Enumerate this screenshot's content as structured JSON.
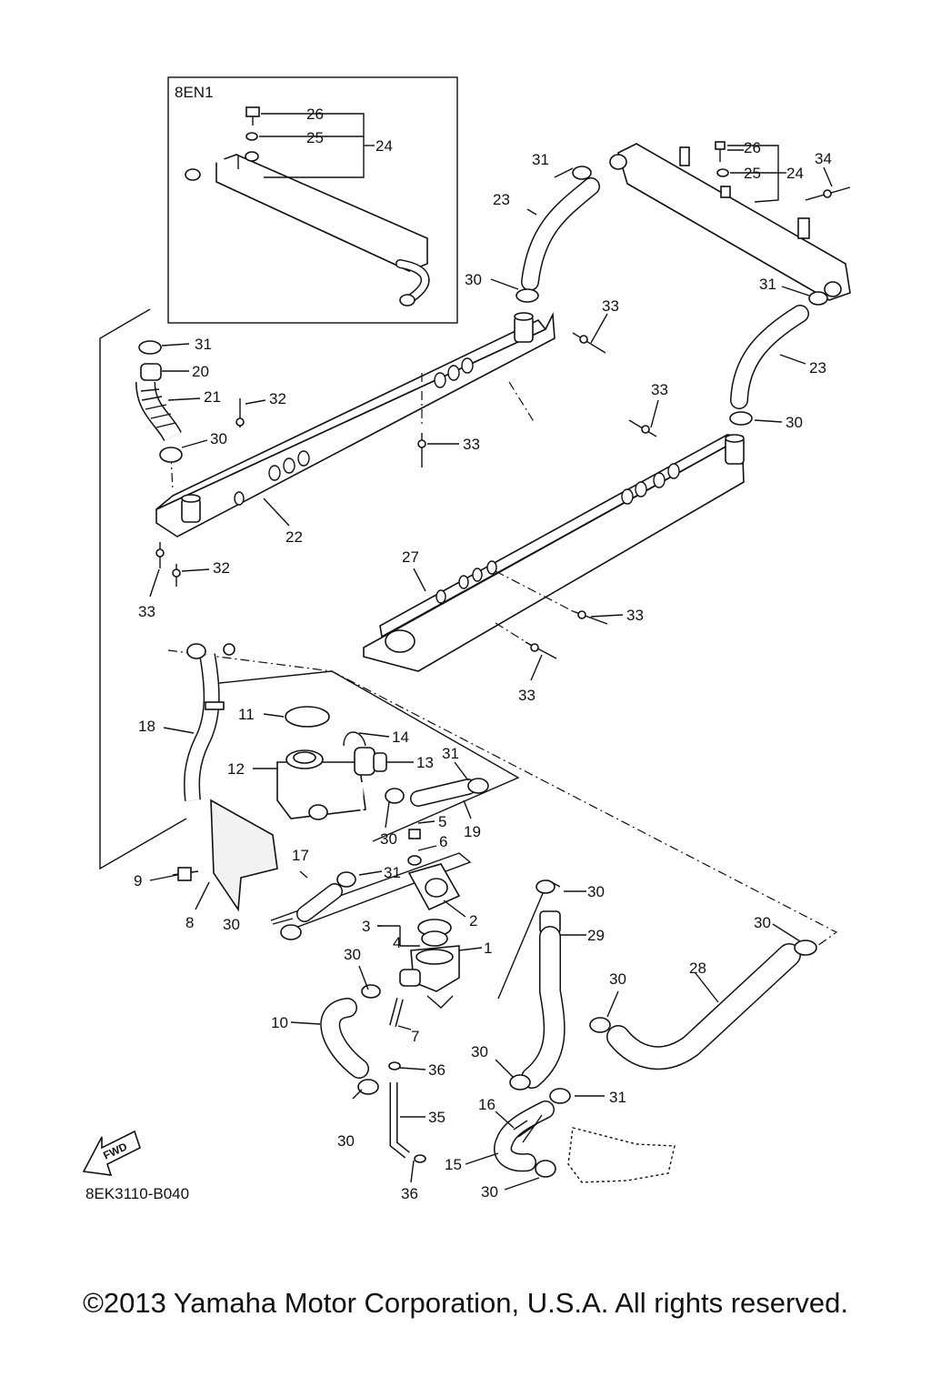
{
  "inset": {
    "label": "8EN1",
    "callouts": [
      "26",
      "25",
      "24"
    ]
  },
  "callouts": {
    "c1": "1",
    "c2": "2",
    "c3": "3",
    "c4": "4",
    "c5": "5",
    "c6": "6",
    "c7": "7",
    "c8": "8",
    "c9": "9",
    "c10": "10",
    "c11": "11",
    "c12": "12",
    "c13": "13",
    "c14": "14",
    "c15": "15",
    "c16": "16",
    "c17": "17",
    "c18": "18",
    "c19": "19",
    "c20": "20",
    "c21": "21",
    "c22": "22",
    "c23": "23",
    "c24": "24",
    "c25": "25",
    "c26": "26",
    "c27": "27",
    "c28": "28",
    "c29": "29",
    "c30": "30",
    "c31": "31",
    "c32": "32",
    "c33": "33",
    "c34": "34",
    "c35": "35",
    "c36": "36"
  },
  "fwd_label": "FWD",
  "diagram_code": "8EK3110-B040",
  "copyright": "©2013 Yamaha Motor Corporation, U.S.A. All rights reserved."
}
